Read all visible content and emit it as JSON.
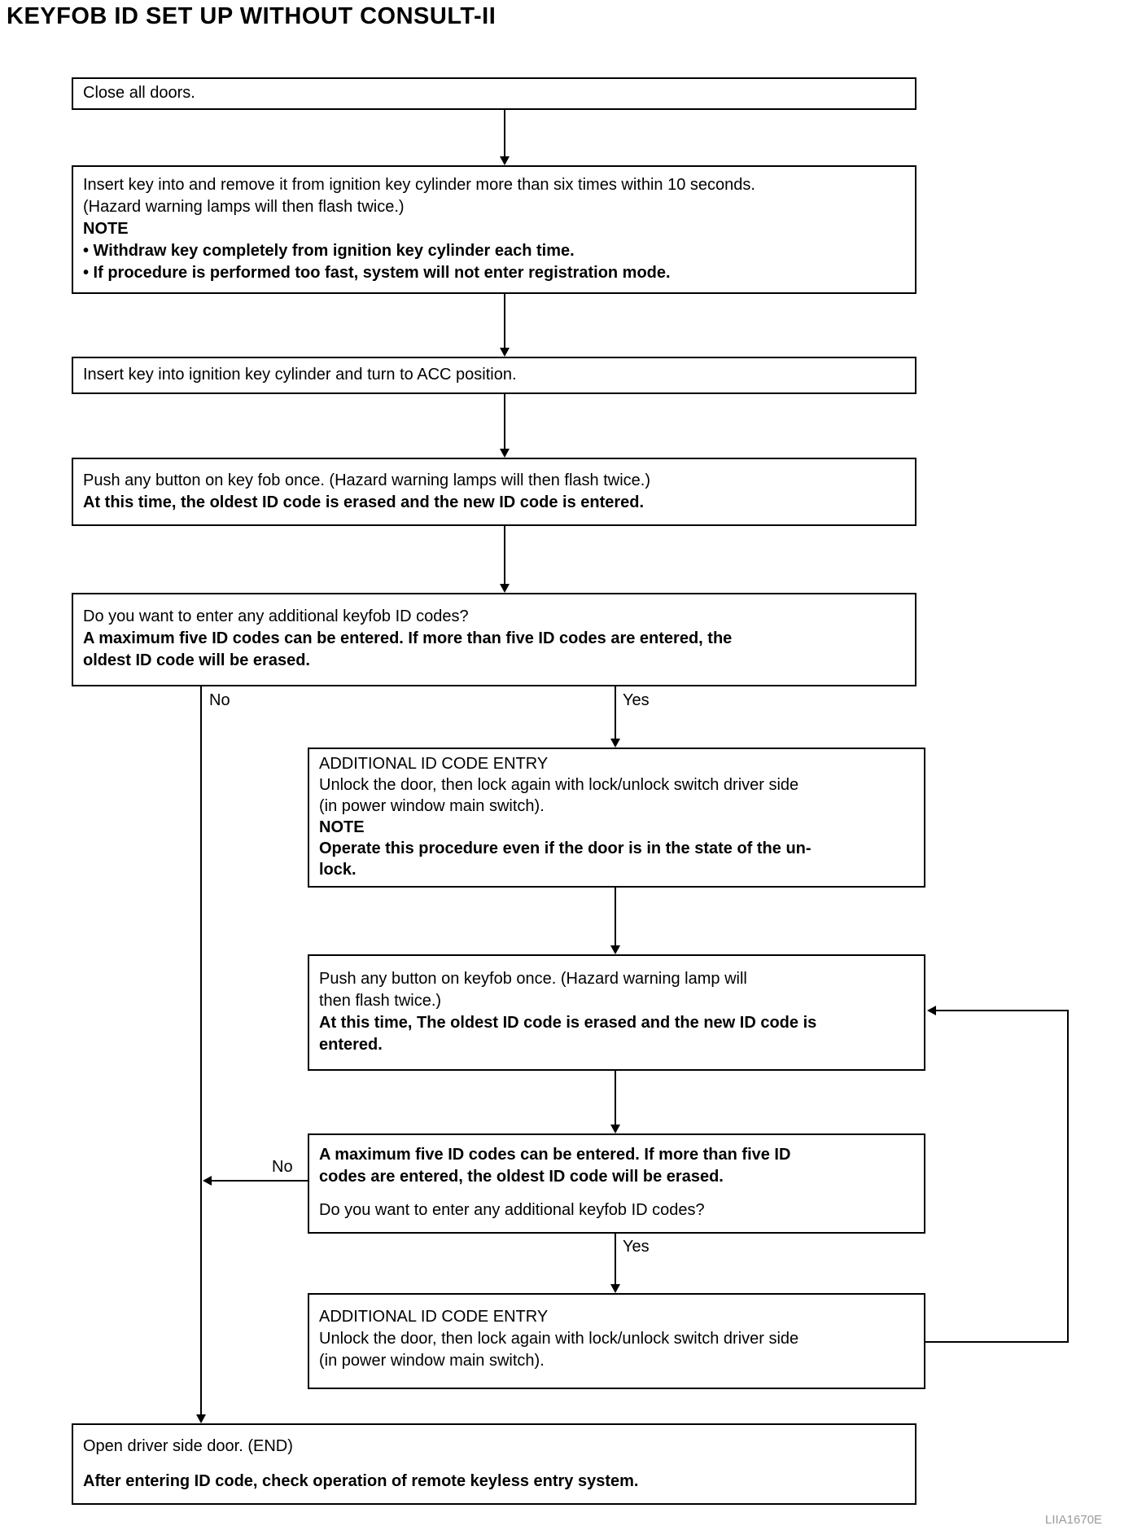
{
  "title": "KEYFOB ID SET UP WITHOUT CONSULT-II",
  "figure_code": "LIIA1670E",
  "branch_labels": {
    "no1": "No",
    "yes1": "Yes",
    "no2": "No",
    "yes2": "Yes"
  },
  "colors": {
    "line": "#000000",
    "text": "#000000",
    "figure_code": "#9a9a9a"
  },
  "boxes": {
    "close_doors": {
      "l1": "Close all doors."
    },
    "insert_remove_key": {
      "l1": "Insert key into and remove it from ignition key cylinder more than six times within 10 seconds.",
      "l2": "(Hazard warning lamps will then flash twice.)",
      "l3": "NOTE",
      "l4": "• Withdraw key completely from ignition key cylinder each time.",
      "l5": "• If procedure is performed too fast, system will not enter registration mode."
    },
    "insert_key_acc": {
      "l1": "Insert key into ignition key cylinder and turn to ACC position."
    },
    "push_button_keyfob": {
      "l1": "Push any button on key fob once. (Hazard warning lamps will then flash twice.)",
      "l2": "At this time, the oldest ID code is erased and the new ID code is entered."
    },
    "additional_question_1": {
      "l1": "Do you want to enter any additional keyfob ID codes?",
      "l2": "A  maximum five ID codes can be entered. If more than five ID codes are entered, the",
      "l3": "oldest ID code will be erased."
    },
    "additional_entry_1": {
      "l1": "ADDITIONAL ID CODE ENTRY",
      "l2": "Unlock the door, then lock again with lock/unlock switch driver side",
      "l3": "(in power window main switch).",
      "l4": "NOTE",
      "l5": "Operate this procedure even if the door is in the state of the un-",
      "l6": "lock."
    },
    "push_button_keyfob_2": {
      "l1": "Push any button on keyfob once. (Hazard warning lamp will",
      "l2": "then flash twice.)",
      "l3": "At this time, The oldest ID code is erased and the new ID code is",
      "l4": "entered."
    },
    "additional_question_2": {
      "l1": "A  maximum five ID codes can be entered. If more than five ID",
      "l2": "codes are entered, the oldest ID code will be erased.",
      "l3": "Do you want to enter any additional keyfob ID codes?"
    },
    "additional_entry_2": {
      "l1": "ADDITIONAL ID CODE ENTRY",
      "l2": "Unlock the door, then lock again with lock/unlock switch driver side",
      "l3": "(in power window main switch)."
    },
    "open_door_end": {
      "l1": "Open driver side door. (END)",
      "l2": "After entering ID code, check operation of remote keyless entry system."
    }
  }
}
